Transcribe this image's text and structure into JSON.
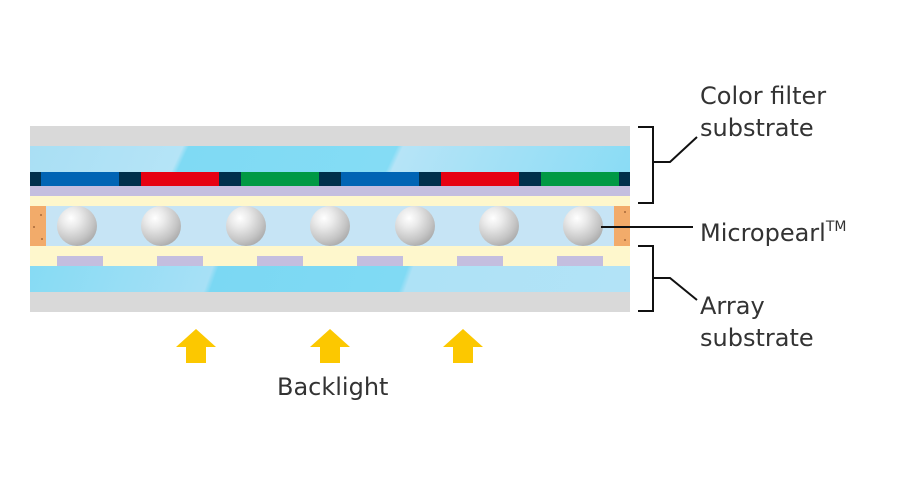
{
  "diagram": {
    "title": "LCD panel cross-section",
    "labels": {
      "color_filter_line1": "Color filter",
      "color_filter_line2": "substrate",
      "micropearl": "Micropearl",
      "micropearl_mark": "TM",
      "array_line1": "Array",
      "array_line2": "substrate",
      "backlight": "Backlight"
    },
    "color_filter_sequence": [
      "blue",
      "red",
      "green",
      "blue",
      "red",
      "green"
    ],
    "micropearl_count": 7,
    "tft_pad_count": 6,
    "backlight_arrow_count": 3,
    "colors": {
      "substrate_gray": "#d9d9d9",
      "glass_blue": "#84dcf5",
      "black_matrix": "#00304c",
      "filter_blue": "#0064b4",
      "filter_red": "#e60012",
      "filter_green": "#009944",
      "alignment_lavender": "#c4bedf",
      "electrode_yellow": "#fef7cc",
      "liquid_crystal": "#c6e4f5",
      "sealant_orange": "#f2ab6a",
      "arrow_yellow": "#fcc800",
      "text": "#333333"
    }
  }
}
